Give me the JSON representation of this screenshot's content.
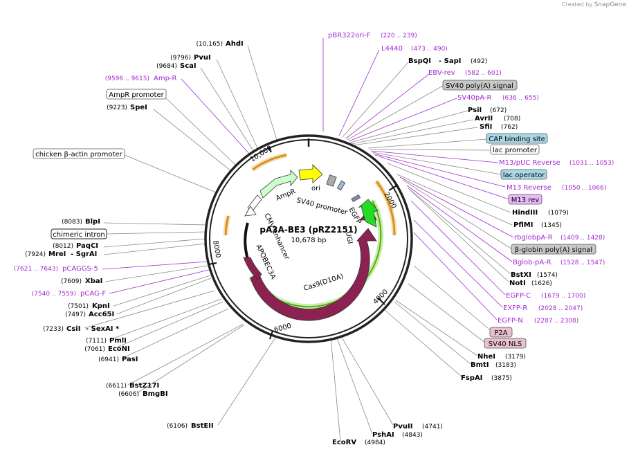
{
  "credit": {
    "prefix": "Created by",
    "brand": "SnapGene"
  },
  "plasmid": {
    "name": "pA3A-BE3 (pRZ2151)",
    "size": "10,678 bp"
  },
  "ticks": {
    "t2000": "2000",
    "t4000": "4000",
    "t6000": "6000",
    "t8000": "8000",
    "t10000": "10,000"
  },
  "features_inner": {
    "ori": "ori",
    "sv40": "SV40 promoter",
    "ampr": "AmpR",
    "egfp": "EGFP",
    "cas9": "Cas9(D10A)",
    "cmv": "CMV enhancer",
    "apobec": "APOBEC3A",
    "ugi": "UGI"
  },
  "left_labels": [
    {
      "pos": "(10,165)",
      "name": "AhdI"
    },
    {
      "pos": "(9796)",
      "name": "PvuI"
    },
    {
      "pos": "(9684)",
      "name": "ScaI"
    },
    {
      "pos": "(9596 .. 9615)",
      "name": "Amp-R"
    },
    {
      "box": "AmpR promoter"
    },
    {
      "pos": "(9223)",
      "name": "SpeI"
    },
    {
      "box": "chicken β-actin promoter"
    },
    {
      "pos": "(8083)",
      "name": "BlpI"
    },
    {
      "box": "chimeric intron"
    },
    {
      "pos": "(8012)",
      "name": "PaqCI"
    },
    {
      "pos": "(7924)",
      "name": "MreI",
      "name2": "- SgrAI"
    },
    {
      "pos": "(7621 .. 7643)",
      "name": "pCAGGS-5"
    },
    {
      "pos": "(7609)",
      "name": "XbaI"
    },
    {
      "pos": "(7540 .. 7559)",
      "name": "pCAG-F"
    },
    {
      "pos": "(7501)",
      "name": "KpnI"
    },
    {
      "pos": "(7497)",
      "name": "Acc65I"
    },
    {
      "pos": "(7233)",
      "name": "CsiI",
      "name2": "- SexAI *"
    },
    {
      "pos": "(7111)",
      "name": "PmlI"
    },
    {
      "pos": "(7061)",
      "name": "EcoNI"
    },
    {
      "pos": "(6941)",
      "name": "PasI"
    },
    {
      "pos": "(6611)",
      "name": "BstZ17I"
    },
    {
      "pos": "(6606)",
      "name": "BmgBI"
    },
    {
      "pos": "(6106)",
      "name": "BstEII"
    }
  ],
  "right_labels": [
    {
      "name": "pBR322ori-F",
      "pos": "(220 .. 239)"
    },
    {
      "name": "L4440",
      "pos": "(473 .. 490)"
    },
    {
      "name": "BspQI",
      "name2": "- SapI",
      "pos": "(492)"
    },
    {
      "name": "EBV-rev",
      "pos": "(582 .. 601)"
    },
    {
      "box": "SV40 poly(A) signal"
    },
    {
      "name": "SV40pA-R",
      "pos": "(636 .. 655)"
    },
    {
      "name": "PsiI",
      "pos": "(672)"
    },
    {
      "name": "AvrII",
      "pos": "(708)"
    },
    {
      "name": "SfiI",
      "pos": "(762)"
    },
    {
      "box": "CAP binding site"
    },
    {
      "box": "lac promoter"
    },
    {
      "name": "M13/pUC Reverse",
      "pos": "(1031 .. 1053)"
    },
    {
      "box": "lac operator"
    },
    {
      "name": "M13 Reverse",
      "pos": "(1050 .. 1066)"
    },
    {
      "box": "M13 rev"
    },
    {
      "name": "HindIII",
      "pos": "(1079)"
    },
    {
      "name": "PflMI",
      "pos": "(1345)"
    },
    {
      "name": "rbglobpA-R",
      "pos": "(1409 .. 1428)"
    },
    {
      "box": "β-globin poly(A) signal"
    },
    {
      "name": "Bglob-pA-R",
      "pos": "(1528 .. 1547)"
    },
    {
      "name": "BstXI",
      "pos": "(1574)"
    },
    {
      "name": "NotI",
      "pos": "(1626)"
    },
    {
      "name": "EGFP-C",
      "pos": "(1679 .. 1700)"
    },
    {
      "name": "EXFP-R",
      "pos": "(2028 .. 2047)"
    },
    {
      "name": "EGFP-N",
      "pos": "(2287 .. 2308)"
    },
    {
      "box": "P2A"
    },
    {
      "box": "SV40 NLS"
    },
    {
      "name": "NheI",
      "pos": "(3179)"
    },
    {
      "name": "BmtI",
      "pos": "(3183)"
    },
    {
      "name": "FspAI",
      "pos": "(3875)"
    },
    {
      "name": "PvuII",
      "pos": "(4741)"
    },
    {
      "name": "PshAI",
      "pos": "(4843)"
    },
    {
      "name": "EcoRV",
      "pos": "(4984)"
    }
  ],
  "colors": {
    "primer": "#a12ad0",
    "cas9": "#8b2252",
    "egfp": "#22dd22",
    "ori": "#ffff00",
    "ampr": "#ccffcc",
    "orange": "#f0a030",
    "green": "#66bb22"
  }
}
